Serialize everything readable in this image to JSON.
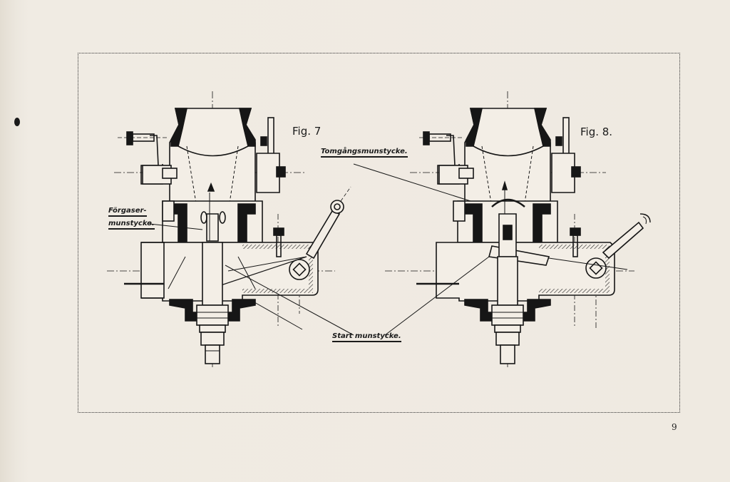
{
  "figures": [
    {
      "title": "Fig. 7"
    },
    {
      "title": "Fig. 8."
    }
  ],
  "labels": {
    "forgaser_line1": "Förgaser-",
    "forgaser_line2": "munstycke.",
    "tomgang": "Tomgångsmunstycke.",
    "start": "Start munstycke."
  },
  "page_number": "9"
}
